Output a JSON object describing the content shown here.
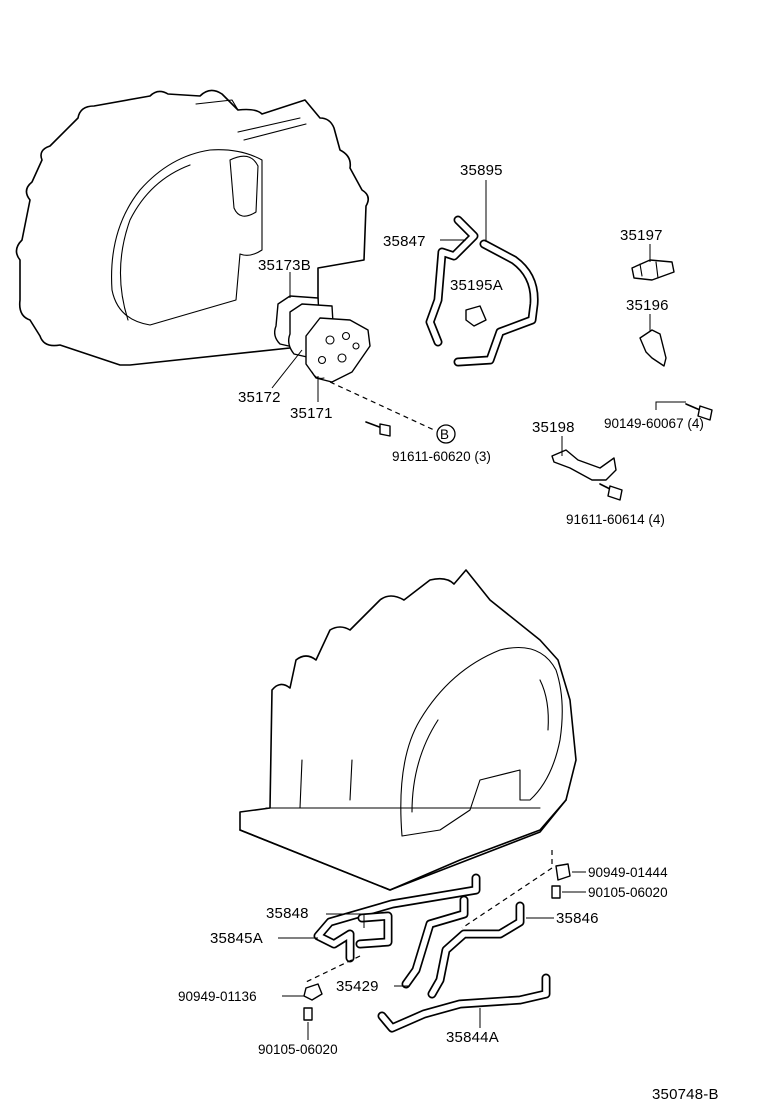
{
  "diagram_id": "350748-B",
  "upper_group": {
    "valve_body_gasket": "35173B",
    "valve_plate": "35172",
    "valve_body": "35171",
    "bolt_a": "91611-60620 (3)",
    "ref_marker": "B",
    "pipe_upper": "35895",
    "pipe_left": "35847",
    "clamp": "35195A",
    "sensor": "35197",
    "sensor_bracket": "35196",
    "bracket_bolt": "90149-60067 (4)",
    "clip_bracket": "35198",
    "clip_bolt": "91611-60614 (4)"
  },
  "lower_group": {
    "clamp_a": "90949-01444",
    "bolt_b": "90105-06020",
    "pipe_right": "35846",
    "pipe_mid_upper": "35848",
    "pipe_left": "35845A",
    "pipe_center": "35429",
    "pipe_bottom": "35844A",
    "clamp_b": "90949-01136",
    "bolt_c": "90105-06020"
  }
}
